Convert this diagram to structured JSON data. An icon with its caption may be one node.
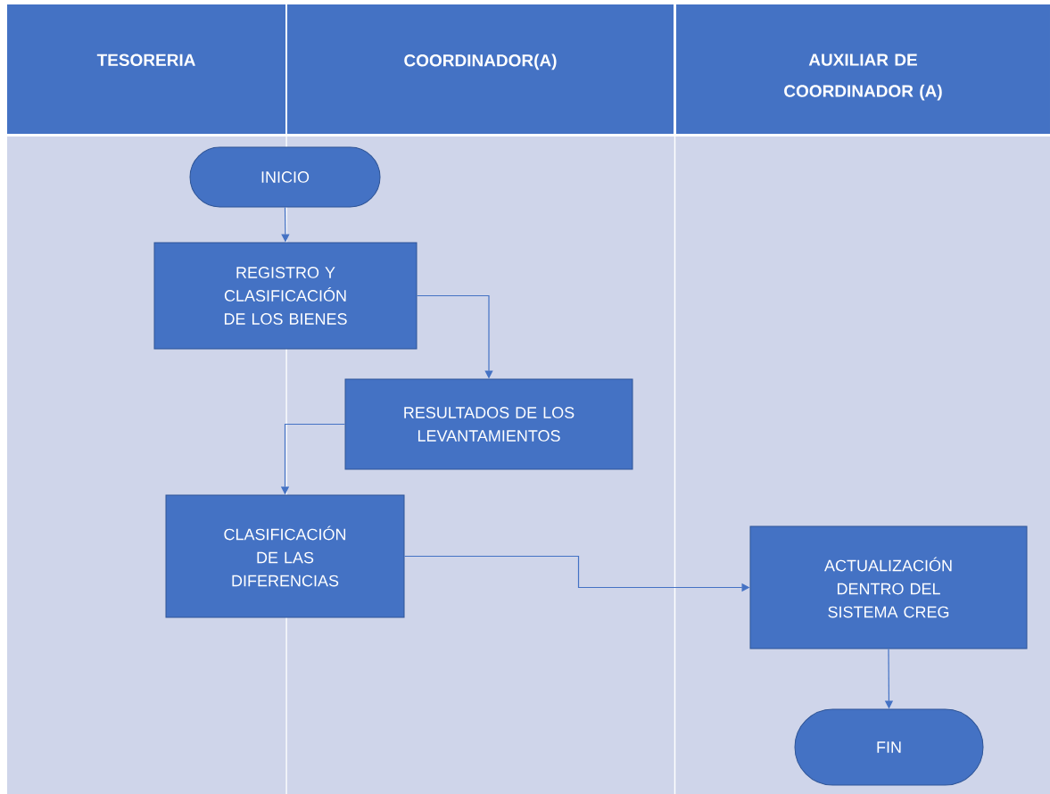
{
  "diagram": {
    "nodes": [
      {
        "text": [
          "TESORERIA"
        ]
      },
      {
        "text": [
          "COORDINADOR(A)"
        ]
      },
      {
        "text": [
          "AUXILIAR DE COORDINADOR (A)"
        ]
      },
      {
        "text": [
          "INICIO"
        ]
      },
      {
        "text": [
          "REGISTRO Y CLASIFICACIÓN DE LOS BIENES"
        ]
      },
      {
        "text": [
          "RESULTADOS DE LOS LEVANTAMIENTOS"
        ]
      },
      {
        "text": [
          "CLASIFICACIÓN DE LAS DIFERENCIAS"
        ]
      },
      {
        "text": [
          "ACTUALIZACIÓN DENTRO DEL SISTEMA CREG"
        ]
      },
      {
        "text": [
          "FIN"
        ]
      }
    ],
    "edges": [
      {
        "from": 3,
        "to": 4,
        "arrow": "to"
      },
      {
        "from": 4,
        "to": 5,
        "arrow": "to"
      },
      {
        "from": 5,
        "to": 6,
        "arrow": "to"
      },
      {
        "from": 6,
        "to": 7,
        "arrow": "to"
      },
      {
        "from": 7,
        "to": 8,
        "arrow": "to"
      }
    ]
  }
}
